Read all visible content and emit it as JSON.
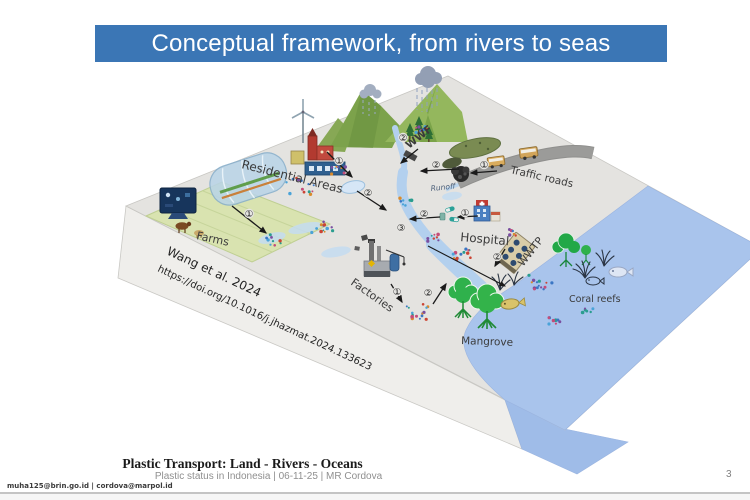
{
  "slide": {
    "title": "Conceptual framework, from rivers to seas",
    "caption": "Plastic Transport: Land - Rivers - Oceans",
    "subcaption": "Plastic status in Indonesia | 06-11-25 | MR Cordova",
    "footer_emails": "muha125@brin.go.id | cordova@marpol.id",
    "page_number": "3"
  },
  "diagram": {
    "citation": {
      "line1": "Wang et al. 2024",
      "line2": "https://doi.org/10.1016/j.jhazmat.2024.133623"
    },
    "labels": {
      "residential_areas": "Residential Areas",
      "farms": "Farms",
      "factories": "Factories",
      "hospital": "Hospital",
      "wwtp": "WWTP",
      "wwf": "WWF",
      "traffic_roads": "Traffic roads",
      "runoff": "Runoff",
      "mangrove": "Mangrove",
      "coral_reefs": "Coral reefs"
    },
    "markers": {
      "m1": "①",
      "m2": "②",
      "m3": "③"
    }
  },
  "colors": {
    "banner": "#3B76B5",
    "land_top": "#E4E3E0",
    "land_side": "#EFEEEB",
    "ocean": "#A9C4EC",
    "ocean_front": "#9FBCE8",
    "river": "#B3D0EE"
  }
}
